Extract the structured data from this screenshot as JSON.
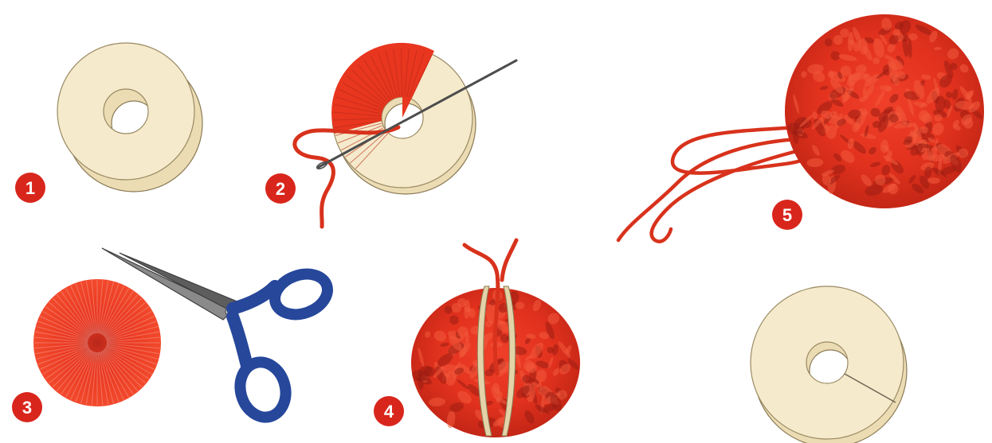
{
  "steps": [
    {
      "number": "1"
    },
    {
      "number": "2"
    },
    {
      "number": "3"
    },
    {
      "number": "4"
    },
    {
      "number": "5"
    }
  ],
  "colors": {
    "yarn": "#e8321e",
    "yarn_dark": "#9c1d12",
    "card": "#f3e6c3",
    "card_edge": "#d8c79e",
    "badge": "#d9261c",
    "scissor_handle": "#26479a",
    "blade": "#6f6f6f"
  },
  "icons": [
    "cardboard-ring-icon",
    "needle-icon",
    "scissors-icon",
    "pompom-icon"
  ]
}
